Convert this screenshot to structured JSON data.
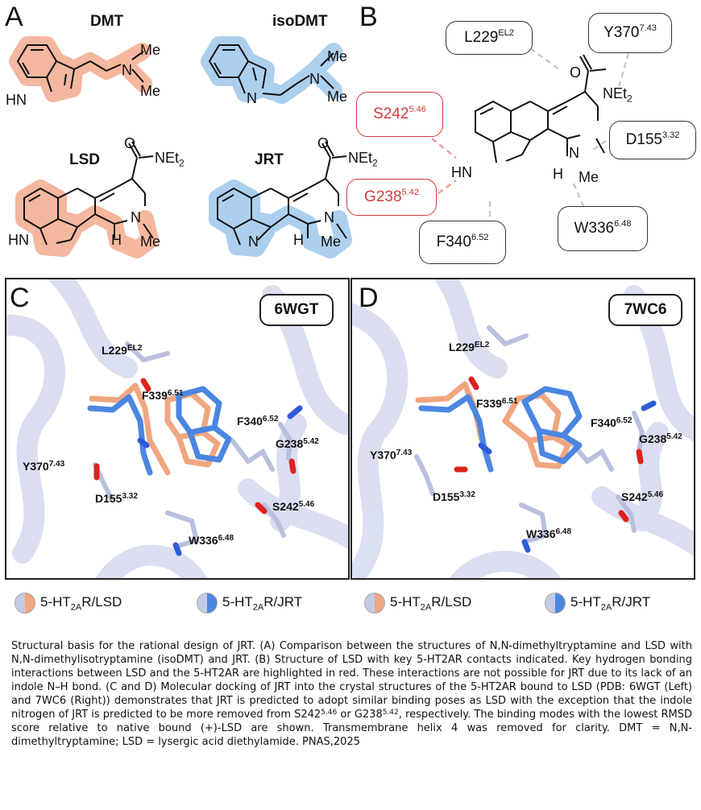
{
  "panel_a": {
    "letter": "A",
    "molecules": [
      {
        "name": "DMT",
        "highlight": "#f4b49a",
        "labels": {
          "nh": "HN",
          "n": "N",
          "me1": "Me",
          "me2": "Me"
        }
      },
      {
        "name": "isoDMT",
        "highlight": "#a9cdee",
        "labels": {
          "n_ring": "N",
          "n": "N",
          "me1": "Me",
          "me2": "Me"
        }
      },
      {
        "name": "LSD",
        "highlight": "#f4b49a",
        "labels": {
          "carbonyl": "O",
          "amide": "NEt",
          "amide_sub": "2",
          "nh": "HN",
          "n": "N",
          "h": "H",
          "me": "Me"
        }
      },
      {
        "name": "JRT",
        "highlight": "#a9cdee",
        "labels": {
          "carbonyl": "O",
          "amide": "NEt",
          "amide_sub": "2",
          "n_ring": "N",
          "n": "N",
          "h": "H",
          "me": "Me"
        }
      }
    ]
  },
  "panel_b": {
    "letter": "B",
    "molecule_labels": {
      "carbonyl": "O",
      "amide": "NEt",
      "amide_sub": "2",
      "nh": "HN",
      "n": "N",
      "h": "H",
      "me": "Me"
    },
    "contacts": [
      {
        "residue": "L229",
        "site": "EL2",
        "color": "black"
      },
      {
        "residue": "Y370",
        "site": "7.43",
        "color": "black"
      },
      {
        "residue": "S242",
        "site": "5.46",
        "color": "red"
      },
      {
        "residue": "D155",
        "site": "3.32",
        "color": "black"
      },
      {
        "residue": "G238",
        "site": "5.42",
        "color": "red"
      },
      {
        "residue": "W336",
        "site": "6.48",
        "color": "black"
      },
      {
        "residue": "F340",
        "site": "6.52",
        "color": "black"
      }
    ],
    "red_color": "#d23a3a"
  },
  "panel_c": {
    "letter": "C",
    "pdb": "6WGT",
    "residues": [
      {
        "residue": "L229",
        "site": "EL2"
      },
      {
        "residue": "F339",
        "site": "6.51"
      },
      {
        "residue": "F340",
        "site": "6.52"
      },
      {
        "residue": "G238",
        "site": "5.42"
      },
      {
        "residue": "Y370",
        "site": "7.43"
      },
      {
        "residue": "D155",
        "site": "3.32"
      },
      {
        "residue": "S242",
        "site": "5.46"
      },
      {
        "residue": "W336",
        "site": "6.48"
      }
    ]
  },
  "panel_d": {
    "letter": "D",
    "pdb": "7WC6",
    "residues": [
      {
        "residue": "L229",
        "site": "EL2"
      },
      {
        "residue": "F339",
        "site": "6.51"
      },
      {
        "residue": "F340",
        "site": "6.52"
      },
      {
        "residue": "G238",
        "site": "5.42"
      },
      {
        "residue": "Y370",
        "site": "7.43"
      },
      {
        "residue": "D155",
        "site": "3.32"
      },
      {
        "residue": "S242",
        "site": "5.46"
      },
      {
        "residue": "W336",
        "site": "6.48"
      }
    ]
  },
  "colors": {
    "lsd": "#f0a67f",
    "jrt": "#4a86e0",
    "receptor": "#c5cbe6",
    "oxygen": "#e0201c",
    "nitrogen": "#2f5bd8"
  },
  "legend": [
    {
      "prefix": "5-HT",
      "sub": "2A",
      "suffix": "R/LSD",
      "color": "#f0a67f"
    },
    {
      "prefix": "5-HT",
      "sub": "2A",
      "suffix": "R/JRT",
      "color": "#4a86e0"
    },
    {
      "prefix": "5-HT",
      "sub": "2A",
      "suffix": "R/LSD",
      "color": "#f0a67f"
    },
    {
      "prefix": "5-HT",
      "sub": "2A",
      "suffix": "R/JRT",
      "color": "#4a86e0"
    }
  ],
  "caption": {
    "p1": "Structural basis for the rational design of JRT. (A) Comparison between the structures of N,N-dimethyltryptamine and LSD with N,N-dimethylisotryptamine (isoDMT) and JRT. (B) Structure of LSD with key 5-HT2AR contacts indicated. Key hydrogen bonding interactions between LSD and the 5-HT2AR are highlighted in red. These interactions are not possible for JRT due to its lack of an indole N–H bond. (C and D) Molecular docking of JRT into the crystal structures of the 5-HT2AR bound to LSD (PDB: 6WGT (Left) and 7WC6 (Right)) demonstrates that JRT is predicted to adopt similar binding poses as LSD with the exception that the indole nitrogen of JRT is predicted to be more removed from S242",
    "sup1": "5.46",
    "p2": " or G238",
    "sup2": "5.42",
    "p3": ", respectively. The binding modes with the lowest RMSD score relative to native bound (+)-LSD are shown. Transmembrane helix 4 was removed for clarity. DMT = N,N-dimethyltryptamine; LSD = lysergic acid diethylamide. PNAS,2025"
  }
}
